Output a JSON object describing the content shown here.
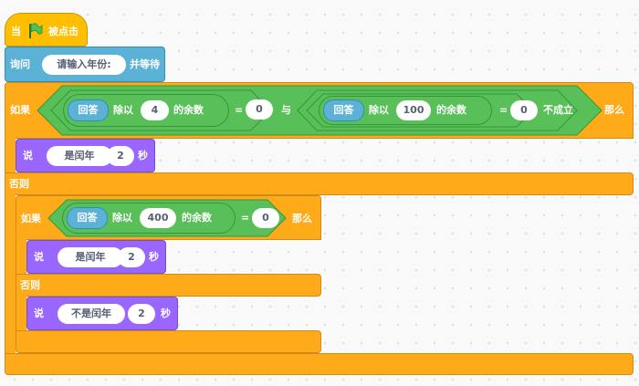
{
  "hat_block": {
    "when": "当",
    "flag_icon": "green-flag-icon",
    "clicked": "被点击"
  },
  "ask_block": {
    "label": "询问",
    "question": "请输入年份:",
    "wait": "并等待"
  },
  "if_outer": {
    "if_label": "如果",
    "left": {
      "answer": "回答",
      "divide": "除以",
      "divisor": "4",
      "remainder": "的余数",
      "equals": "=",
      "value": "0"
    },
    "and_label": "与",
    "right": {
      "answer": "回答",
      "divide": "除以",
      "divisor": "100",
      "remainder": "的余数",
      "equals": "=",
      "value": "0",
      "not_hold": "不成立"
    },
    "then_label": "那么"
  },
  "say_1": {
    "label": "说",
    "text": "是闰年",
    "secs": "2",
    "unit": "秒"
  },
  "else_outer": "否则",
  "if_inner": {
    "if_label": "如果",
    "cond": {
      "answer": "回答",
      "divide": "除以",
      "divisor": "400",
      "remainder": "的余数",
      "equals": "=",
      "value": "0"
    },
    "then_label": "那么"
  },
  "say_2": {
    "label": "说",
    "text": "是闰年",
    "secs": "2",
    "unit": "秒"
  },
  "else_inner": "否则",
  "say_3": {
    "label": "说",
    "text": "不是闰年",
    "secs": "2",
    "unit": "秒"
  },
  "colors": {
    "events": "#ffbf00",
    "sensing": "#5cb1d6",
    "control": "#ffab19",
    "operators": "#59c059",
    "looks": "#9966ff"
  }
}
